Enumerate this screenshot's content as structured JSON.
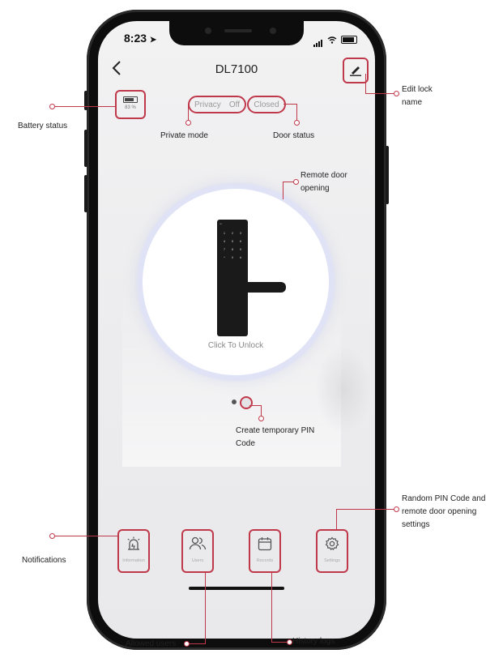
{
  "status_bar": {
    "time": "8:23"
  },
  "nav": {
    "back_icon": "chevron-left-icon",
    "title": "DL7100",
    "edit_icon": "pencil-icon"
  },
  "battery": {
    "percent": "83 %"
  },
  "privacy": {
    "label": "Privacy",
    "value": "Off"
  },
  "door": {
    "status": "Closed"
  },
  "unlock": {
    "label": "Click To Unlock"
  },
  "tabs": [
    {
      "label": "Information",
      "icon": "alarm-light-icon"
    },
    {
      "label": "Users",
      "icon": "users-icon"
    },
    {
      "label": "Records",
      "icon": "calendar-icon"
    },
    {
      "label": "Settings",
      "icon": "gear-icon"
    }
  ],
  "annotations": {
    "edit_lock_name": "Edit lock name",
    "battery_status": "Battery status",
    "private_mode": "Private mode",
    "door_status": "Door status",
    "remote_door_opening": "Remote door opening",
    "create_temp_pin": "Create temporary PIN Code",
    "random_pin": "Random PIN Code and remote door opening settings",
    "notifications": "Notifications",
    "allowed_users": "Allowed users",
    "history_logs": "History logs"
  },
  "colors": {
    "annotation_accent": "#c0394b",
    "ring_glow": "#dfe3f5"
  }
}
